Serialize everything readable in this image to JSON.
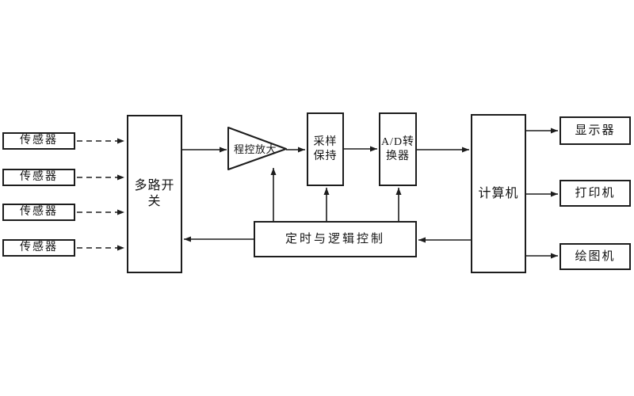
{
  "diagram": {
    "background_color": "#ffffff",
    "line_color": "#1d1d1d",
    "nodes": {
      "sensor1": {
        "label": "传感器"
      },
      "sensor2": {
        "label": "传感器"
      },
      "sensor3": {
        "label": "传感器"
      },
      "sensor4": {
        "label": "传感器"
      },
      "multiplexer": {
        "label": "多路开关"
      },
      "amplifier": {
        "label": "程控放大"
      },
      "sample_hold": {
        "line1": "采样",
        "line2": "保持"
      },
      "adc": {
        "line1": "A/D转",
        "line2": "换器"
      },
      "computer": {
        "label": "计算机"
      },
      "timing": {
        "label": "定时与逻辑控制"
      },
      "display": {
        "label": "显示器"
      },
      "printer": {
        "label": "打印机"
      },
      "plotter": {
        "label": "绘图机"
      }
    },
    "edges": [
      {
        "from": "sensor1",
        "to": "multiplexer",
        "style": "dashed-arrow"
      },
      {
        "from": "sensor2",
        "to": "multiplexer",
        "style": "dashed-arrow"
      },
      {
        "from": "sensor3",
        "to": "multiplexer",
        "style": "dashed-arrow"
      },
      {
        "from": "sensor4",
        "to": "multiplexer",
        "style": "dashed-arrow"
      },
      {
        "from": "multiplexer",
        "to": "amplifier",
        "style": "solid-arrow"
      },
      {
        "from": "amplifier",
        "to": "sample_hold",
        "style": "solid-arrow"
      },
      {
        "from": "sample_hold",
        "to": "adc",
        "style": "solid-arrow"
      },
      {
        "from": "adc",
        "to": "computer",
        "style": "solid-arrow"
      },
      {
        "from": "computer",
        "to": "display",
        "style": "solid-arrow"
      },
      {
        "from": "computer",
        "to": "printer",
        "style": "solid-arrow"
      },
      {
        "from": "computer",
        "to": "plotter",
        "style": "solid-arrow"
      },
      {
        "from": "computer",
        "to": "timing",
        "style": "solid-arrow"
      },
      {
        "from": "timing",
        "to": "multiplexer",
        "style": "solid-arrow"
      },
      {
        "from": "timing",
        "to": "amplifier",
        "style": "solid-arrow"
      },
      {
        "from": "timing",
        "to": "sample_hold",
        "style": "solid-arrow"
      },
      {
        "from": "timing",
        "to": "adc",
        "style": "solid-arrow"
      }
    ]
  }
}
